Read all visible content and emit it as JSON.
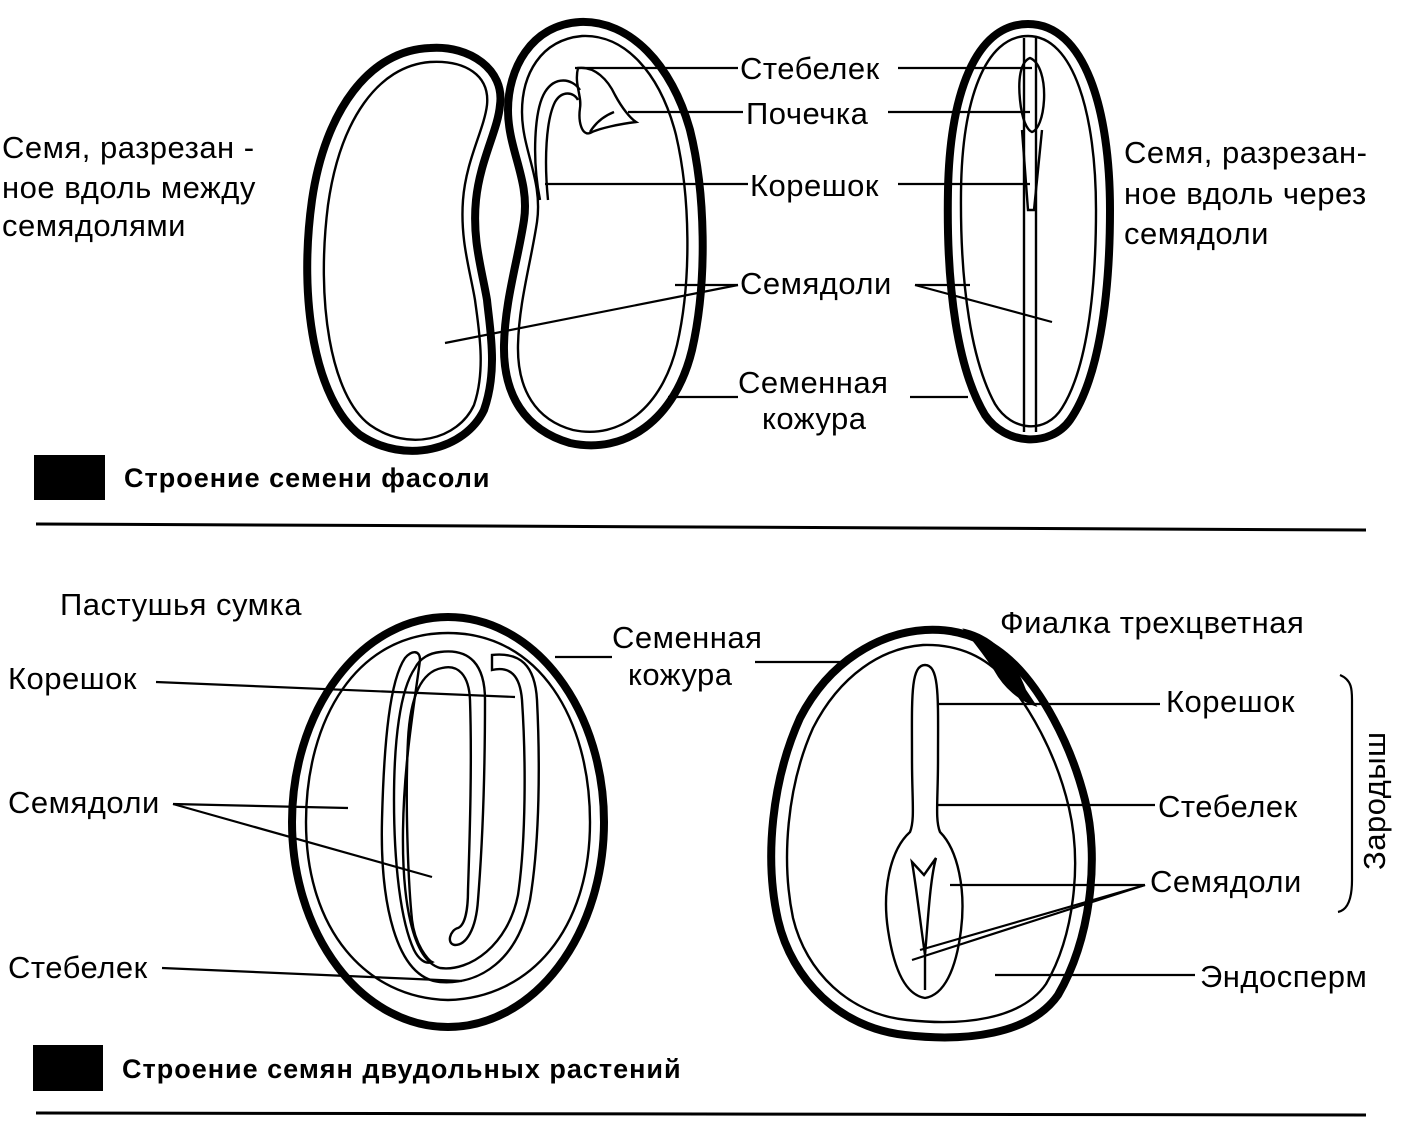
{
  "bean": {
    "left_desc": [
      "Семя, разрезан -",
      "ное вдоль между",
      "семядолями"
    ],
    "right_desc": [
      "Семя, разрезан-",
      "ное вдоль через",
      "семядоли"
    ],
    "labels": {
      "stem": "Стебелек",
      "bud": "Почечка",
      "root": "Корешок",
      "cotyledons": "Семядоли",
      "coat_line1": "Семенная",
      "coat_line2": "кожура"
    },
    "caption": "Строение семени фасоли"
  },
  "dicots": {
    "shepherd": {
      "title": "Пастушья сумка",
      "root": "Корешок",
      "cotyledons": "Семядоли",
      "stem": "Стебелек"
    },
    "coat_line1": "Семенная",
    "coat_line2": "кожура",
    "violet": {
      "title": "Фиалка трехцветная",
      "root": "Корешок",
      "stem": "Стебелек",
      "cotyledons": "Семядоли",
      "endosperm": "Эндосперм",
      "embryo": "Зародыш"
    },
    "caption": "Строение семян двудольных растений"
  }
}
